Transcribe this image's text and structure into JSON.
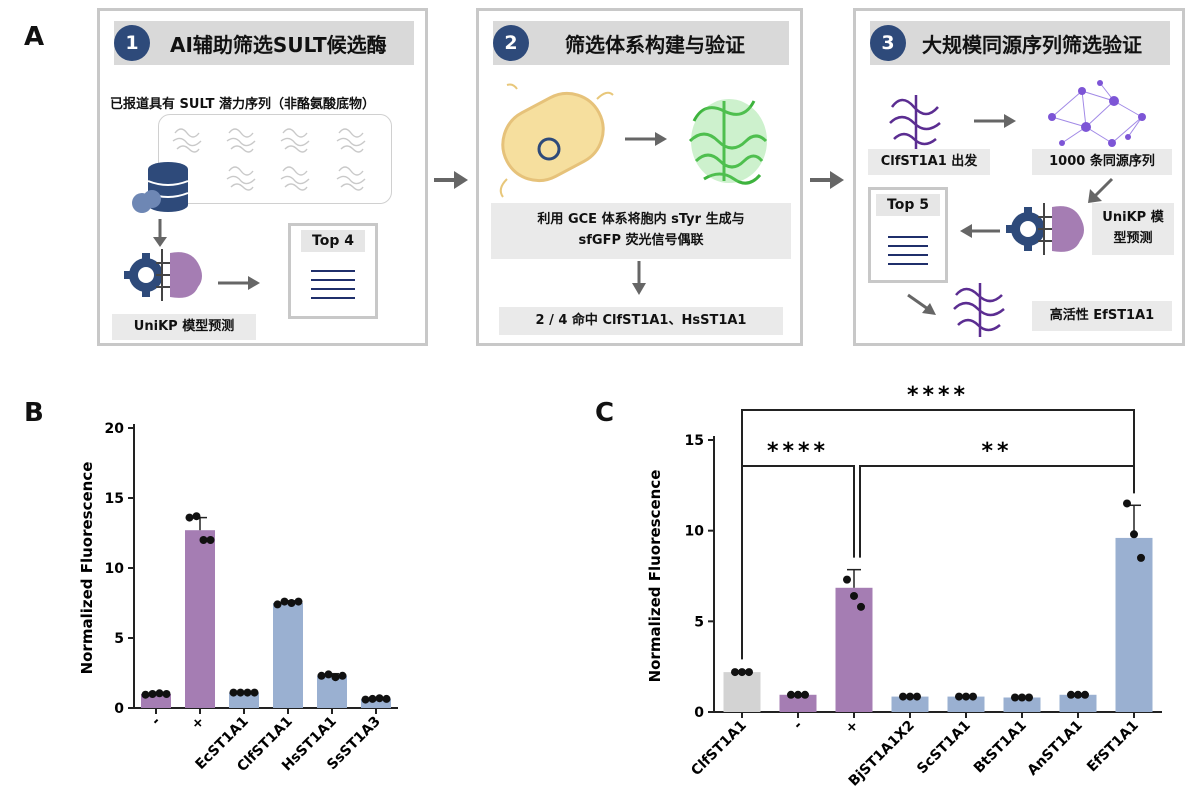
{
  "panel_labels": {
    "a": "A",
    "b": "B",
    "c": "C"
  },
  "steps": [
    {
      "num": "1",
      "title": "AI辅助筛选SULT候选酶"
    },
    {
      "num": "2",
      "title": "筛选体系构建与验证"
    },
    {
      "num": "3",
      "title": "大规模同源序列筛选验证"
    }
  ],
  "step1": {
    "reported": "已报道具有 SULT 潜力序列（非酪氨酸底物）",
    "model": "UniKP 模型预测",
    "top": "Top 4"
  },
  "step2": {
    "gce_line1": "利用 GCE 体系将胞内 sTyr 生成与",
    "gce_line2": "sfGFP 荧光信号偶联",
    "hits": "2 / 4 命中 ClfST1A1、HsST1A1"
  },
  "step3": {
    "start": "ClfST1A1 出发",
    "homologs": "1000 条同源序列",
    "model_line1": "UniKP 模",
    "model_line2": "型预测",
    "top": "Top 5",
    "result": "高活性 EfST1A1"
  },
  "colors": {
    "purple": "#a57db3",
    "blue": "#9ab0d1",
    "grey": "#d3d3d3",
    "navy": "#2e4a7a"
  },
  "chart_data": [
    {
      "type": "bar",
      "ylabel": "Normalized Fluorescence",
      "ylim": [
        0,
        20
      ],
      "yticks": [
        0,
        5,
        10,
        15,
        20
      ],
      "categories": [
        "-",
        "+",
        "EcST1A1",
        "ClfST1A1",
        "HsST1A1",
        "SsST1A3"
      ],
      "values": [
        1.0,
        12.7,
        1.1,
        7.5,
        2.3,
        0.65
      ],
      "errors": [
        0.1,
        0.9,
        0.05,
        0.15,
        0.15,
        0.05
      ],
      "bar_colors": [
        "#a57db3",
        "#a57db3",
        "#9ab0d1",
        "#9ab0d1",
        "#9ab0d1",
        "#9ab0d1"
      ],
      "points": [
        [
          0.95,
          1.0,
          1.05,
          1.0
        ],
        [
          13.6,
          13.7,
          12.0,
          12.0
        ],
        [
          1.1,
          1.1,
          1.1,
          1.1
        ],
        [
          7.4,
          7.6,
          7.5,
          7.6
        ],
        [
          2.3,
          2.4,
          2.2,
          2.3
        ],
        [
          0.6,
          0.65,
          0.7,
          0.65
        ]
      ]
    },
    {
      "type": "bar",
      "ylabel": "Normalized Fluorescence",
      "ylim": [
        0,
        15
      ],
      "yticks": [
        0,
        5,
        10,
        15
      ],
      "categories": [
        "ClfST1A1",
        "-",
        "+",
        "BjST1A1X2",
        "ScST1A1",
        "BtST1A1",
        "AnST1A1",
        "EfST1A1"
      ],
      "values": [
        2.2,
        0.95,
        6.85,
        0.85,
        0.85,
        0.8,
        0.95,
        9.6
      ],
      "errors": [
        0.05,
        0.05,
        1.0,
        0.03,
        0.03,
        0.03,
        0.05,
        1.8
      ],
      "bar_colors": [
        "#d3d3d3",
        "#a57db3",
        "#a57db3",
        "#9ab0d1",
        "#9ab0d1",
        "#9ab0d1",
        "#9ab0d1",
        "#9ab0d1"
      ],
      "points": [
        [
          2.2,
          2.2,
          2.2
        ],
        [
          0.95,
          0.95,
          0.95
        ],
        [
          7.3,
          6.4,
          5.8
        ],
        [
          0.85,
          0.85,
          0.85
        ],
        [
          0.85,
          0.85,
          0.85
        ],
        [
          0.8,
          0.8,
          0.8
        ],
        [
          0.95,
          0.95,
          0.95
        ],
        [
          11.5,
          9.8,
          8.5
        ]
      ],
      "significance": [
        {
          "from": 0,
          "to": 7,
          "label": "****"
        },
        {
          "from": 0,
          "to": 2,
          "label": "****"
        },
        {
          "from": 2,
          "to": 7,
          "label": "**"
        }
      ]
    }
  ]
}
